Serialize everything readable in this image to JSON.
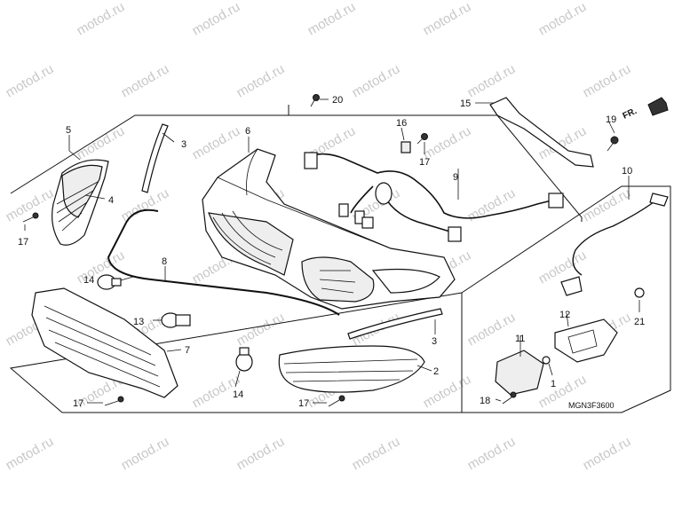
{
  "watermark": "motod.ru",
  "diagram_code": "MGN3F3600",
  "direction_label": "FR.",
  "callouts": [
    {
      "id": "c1",
      "text": "1"
    },
    {
      "id": "c2",
      "text": "2"
    },
    {
      "id": "c3a",
      "text": "3"
    },
    {
      "id": "c3b",
      "text": "3"
    },
    {
      "id": "c4",
      "text": "4"
    },
    {
      "id": "c5",
      "text": "5"
    },
    {
      "id": "c6",
      "text": "6"
    },
    {
      "id": "c7",
      "text": "7"
    },
    {
      "id": "c8",
      "text": "8"
    },
    {
      "id": "c9",
      "text": "9"
    },
    {
      "id": "c10",
      "text": "10"
    },
    {
      "id": "c11",
      "text": "11"
    },
    {
      "id": "c12",
      "text": "12"
    },
    {
      "id": "c13",
      "text": "13"
    },
    {
      "id": "c14a",
      "text": "14"
    },
    {
      "id": "c14b",
      "text": "14"
    },
    {
      "id": "c15",
      "text": "15"
    },
    {
      "id": "c16",
      "text": "16"
    },
    {
      "id": "c17a",
      "text": "17"
    },
    {
      "id": "c17b",
      "text": "17"
    },
    {
      "id": "c17c",
      "text": "17"
    },
    {
      "id": "c17d",
      "text": "17"
    },
    {
      "id": "c18",
      "text": "18"
    },
    {
      "id": "c19",
      "text": "19"
    },
    {
      "id": "c20",
      "text": "20"
    },
    {
      "id": "c21",
      "text": "21"
    }
  ]
}
